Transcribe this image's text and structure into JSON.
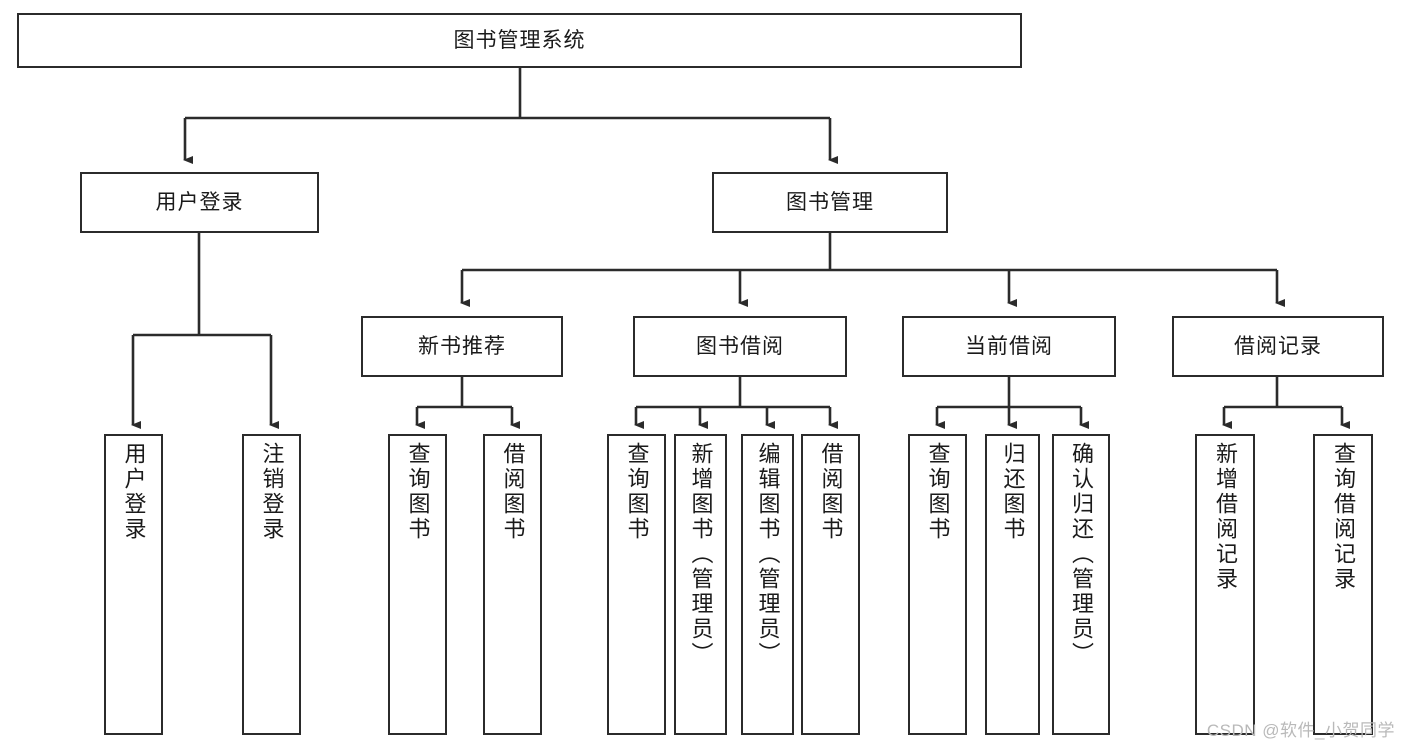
{
  "diagram": {
    "title": "图书管理系统",
    "type": "hierarchy-tree",
    "stroke_color": "#2b2b2b",
    "background_color": "#ffffff",
    "text_color": "#1a1a1a"
  },
  "root": {
    "label": "图书管理系统"
  },
  "level1": [
    {
      "label": "用户登录"
    },
    {
      "label": "图书管理"
    }
  ],
  "level2": [
    {
      "label": "新书推荐"
    },
    {
      "label": "图书借阅"
    },
    {
      "label": "当前借阅"
    },
    {
      "label": "借阅记录"
    }
  ],
  "leaves": {
    "user_login": [
      {
        "label": "用户登录"
      },
      {
        "label": "注销登录"
      }
    ],
    "new_book_recommend": [
      {
        "label": "查询图书"
      },
      {
        "label": "借阅图书"
      }
    ],
    "book_borrow": [
      {
        "label": "查询图书"
      },
      {
        "label": "新增图书（管理员）"
      },
      {
        "label": "编辑图书（管理员）"
      },
      {
        "label": "借阅图书"
      }
    ],
    "current_borrow": [
      {
        "label": "查询图书"
      },
      {
        "label": "归还图书"
      },
      {
        "label": "确认归还（管理员）"
      }
    ],
    "borrow_record": [
      {
        "label": "新增借阅记录"
      },
      {
        "label": "查询借阅记录"
      }
    ]
  },
  "watermark": {
    "text": "CSDN @软件_小贺同学",
    "color": "#b9b9b9"
  }
}
